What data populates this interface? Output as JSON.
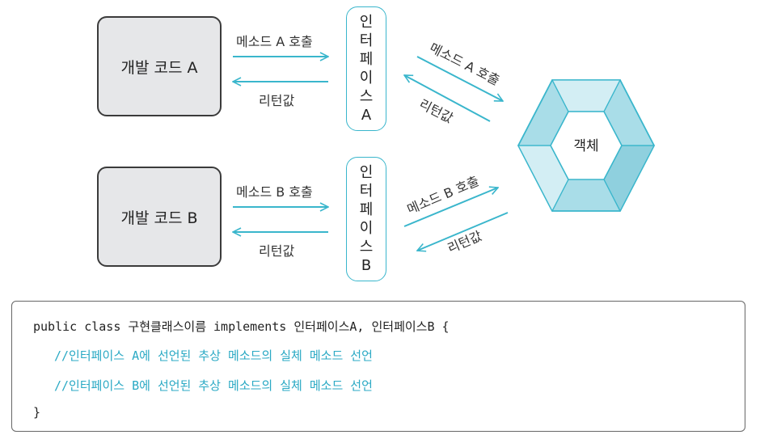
{
  "colors": {
    "accent": "#3ab6cc",
    "hex_fill": "#a9dde8",
    "hex_fill_light": "#d3eef4",
    "box_fill": "#e6e7e9",
    "comment": "#2aa9c4"
  },
  "diagram": {
    "dev_code_a": "개발 코드 A",
    "dev_code_b": "개발 코드 B",
    "interface_a": {
      "lines": [
        "인",
        "터",
        "페",
        "이",
        "스",
        "A"
      ]
    },
    "interface_b": {
      "lines": [
        "인",
        "터",
        "페",
        "이",
        "스",
        "B"
      ]
    },
    "object": "객체",
    "call_a": "메소드 A 호출",
    "return_a": "리턴값",
    "call_b": "메소드 B 호출",
    "return_b": "리턴값",
    "call_a_obj": "메소드 A 호출",
    "return_a_obj": "리턴값",
    "call_b_obj": "메소드 B 호출",
    "return_b_obj": "리턴값"
  },
  "code": {
    "line1": "public class 구현클래스이름 implements 인터페이스A, 인터페이스B {",
    "line2": "//인터페이스 A에 선언된 추상 메소드의 실체 메소드 선언",
    "line3": "//인터페이스 B에 선언된 추상 메소드의 실체 메소드 선언",
    "line4": "}"
  }
}
